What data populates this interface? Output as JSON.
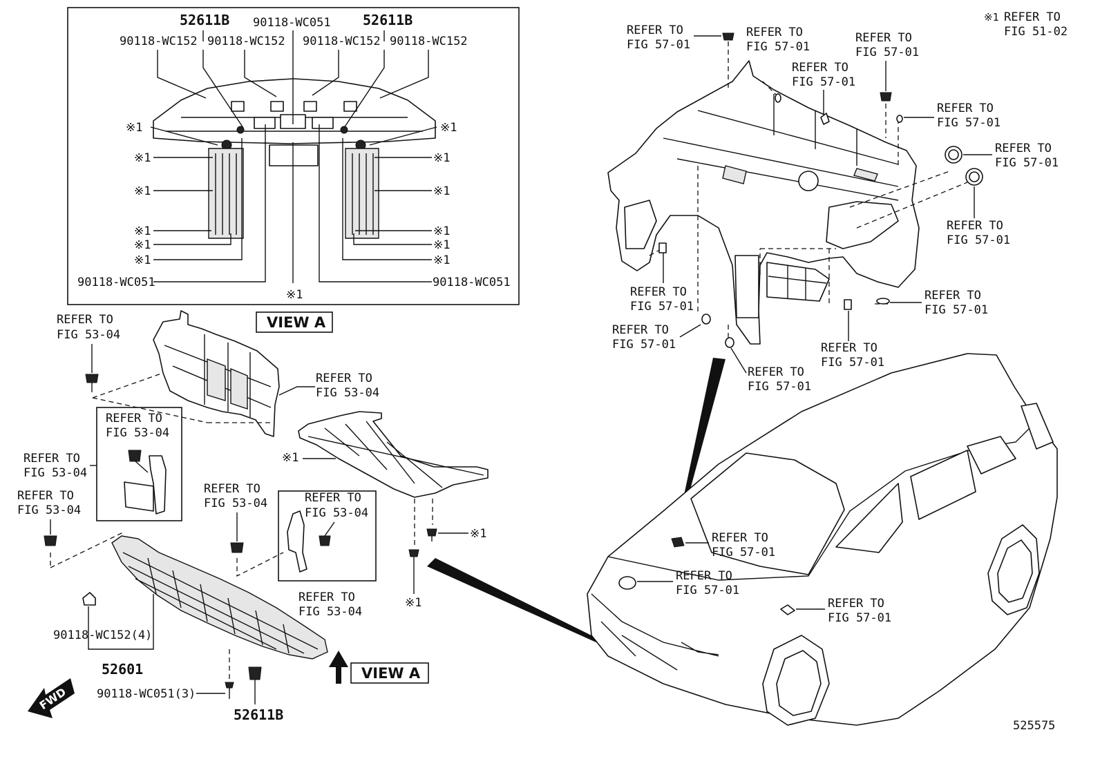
{
  "note_symbol": "※1",
  "note_text": "REFER TO",
  "note_fig": "FIG 51-02",
  "diagram_number": "525575",
  "view_label": "VIEW A",
  "fwd_label": "FWD",
  "view_a": {
    "part_52611b_left": "52611B",
    "part_52611b_right": "52611B",
    "part_wc051_top": "90118-WC051",
    "part_wc152_1": "90118-WC152",
    "part_wc152_2": "90118-WC152",
    "part_wc152_3": "90118-WC152",
    "part_wc152_4": "90118-WC152",
    "part_wc051_left": "90118-WC051",
    "part_wc051_right": "90118-WC051",
    "note": "※1"
  },
  "main_parts": {
    "part_52601": "52601",
    "part_52611b_bottom": "52611B",
    "part_wc152_qty": "90118-WC152(4)",
    "part_wc051_qty": "90118-WC051(3)"
  },
  "refer": {
    "line1": "REFER TO",
    "fig_53_04": "FIG 53-04",
    "fig_57_01": "FIG 57-01"
  }
}
